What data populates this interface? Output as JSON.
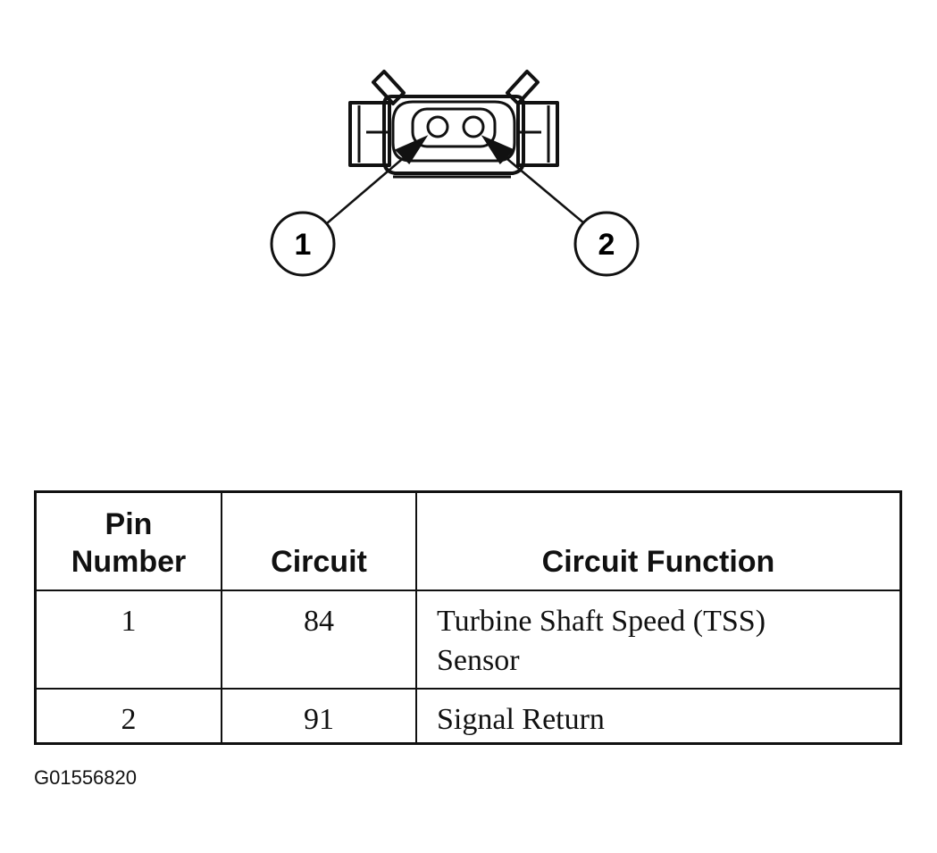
{
  "diagram": {
    "callouts": [
      {
        "label": "1"
      },
      {
        "label": "2"
      }
    ]
  },
  "table": {
    "headers": {
      "pin_line1": "Pin",
      "pin_line2": "Number",
      "circuit": "Circuit",
      "function": "Circuit Function"
    },
    "rows": [
      {
        "pin": "1",
        "circuit": "84",
        "function_line1": "Turbine Shaft Speed (TSS)",
        "function_line2": "Sensor"
      },
      {
        "pin": "2",
        "circuit": "91",
        "function_line1": "Signal Return",
        "function_line2": ""
      }
    ]
  },
  "figure_id": "G01556820"
}
